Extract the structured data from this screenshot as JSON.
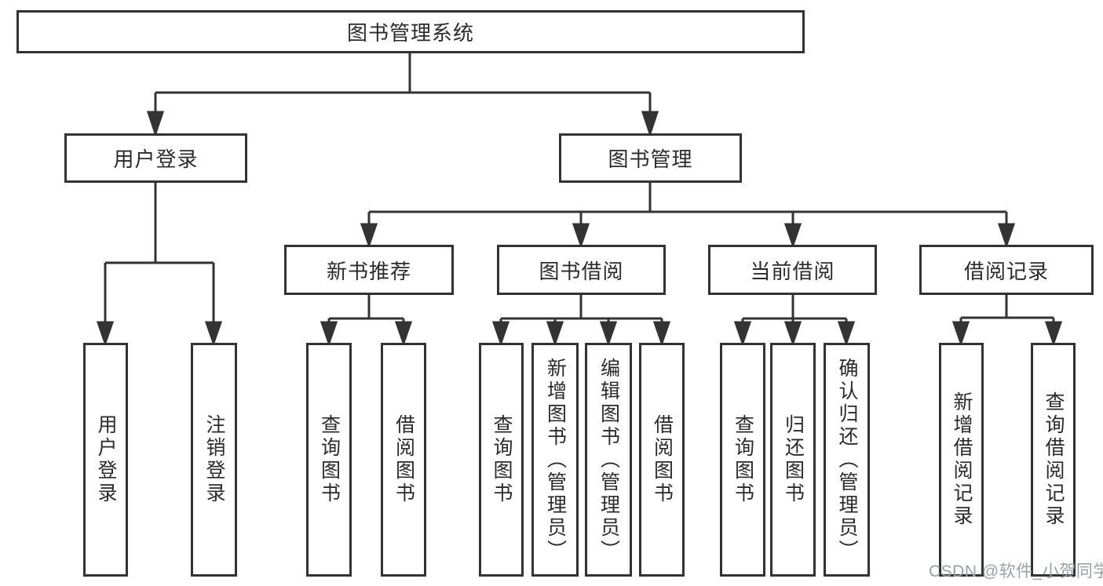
{
  "tree": {
    "label": "图书管理系统",
    "children": [
      {
        "label": "用户登录",
        "children": [
          {
            "label": "用户登录"
          },
          {
            "label": "注销登录"
          }
        ]
      },
      {
        "label": "图书管理",
        "children": [
          {
            "label": "新书推荐",
            "children": [
              {
                "label": "查询图书"
              },
              {
                "label": "借阅图书"
              }
            ]
          },
          {
            "label": "图书借阅",
            "children": [
              {
                "label": "查询图书"
              },
              {
                "label": "新增图书（管理员）"
              },
              {
                "label": "编辑图书（管理员）"
              },
              {
                "label": "借阅图书"
              }
            ]
          },
          {
            "label": "当前借阅",
            "children": [
              {
                "label": "查询图书"
              },
              {
                "label": "归还图书"
              },
              {
                "label": "确认归还（管理员）"
              }
            ]
          },
          {
            "label": "借阅记录",
            "children": [
              {
                "label": "新增借阅记录"
              },
              {
                "label": "查询借阅记录"
              }
            ]
          }
        ]
      }
    ]
  },
  "watermark": {
    "text": "CSDN @软件_小贺同学"
  },
  "colors": {
    "line": "#333333",
    "box_border": "#333333",
    "box_fill": "#ffffff",
    "text": "#2b2b2b",
    "watermark": "#9aa0aa",
    "background": "#ffffff"
  }
}
